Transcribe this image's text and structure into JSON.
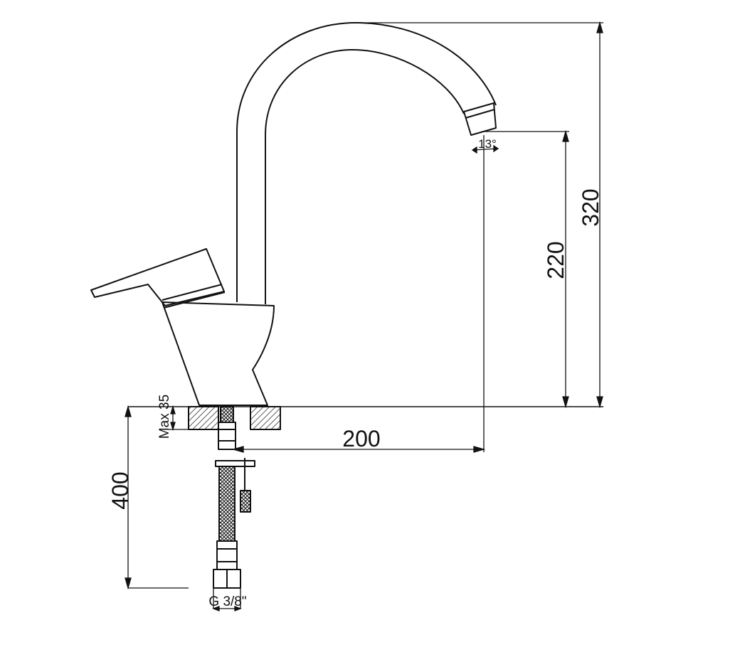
{
  "diagram": {
    "dimensions": {
      "total_height": "320",
      "spout_height": "220",
      "spout_reach": "200",
      "hose_length": "400",
      "max_thickness": "Max 35",
      "spout_angle": "13°",
      "thread_size": "G 3/8\""
    },
    "colors": {
      "line": "#111111",
      "background": "#ffffff"
    }
  }
}
